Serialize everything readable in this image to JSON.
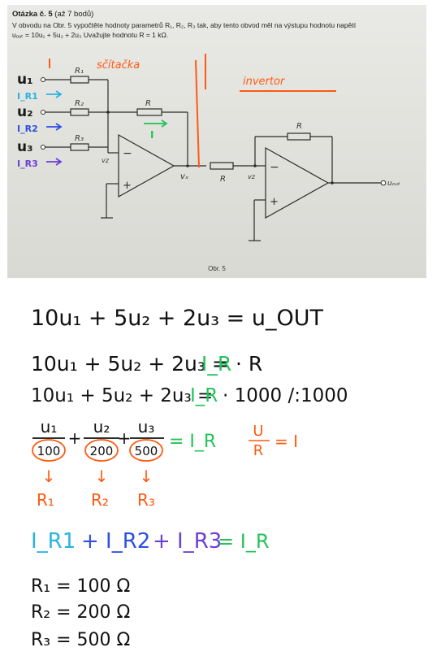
{
  "question": {
    "heading": "Otázka č. 5",
    "points": "(až 7 bodů)",
    "line1": "V obvodu na Obr. 5 vypočtěte hodnoty parametrů R₁, R₂, R₃ tak, aby tento obvod měl na výstupu hodnotu napětí",
    "line2": "uₒᵤₜ = 10u₁ + 5u₂ + 2u₃ Uvažujte hodnotu R = 1 kΩ.",
    "caption": "Obr. 5"
  },
  "circuit": {
    "inputs": [
      "u₁",
      "u₂",
      "u₃"
    ],
    "currents": [
      "I_R1",
      "I_R2",
      "I_R3"
    ],
    "resistors": [
      "R₁",
      "R₂",
      "R₃",
      "R"
    ],
    "node_vx": "vₓ",
    "vz": "vz",
    "output": "uₒᵤₜ",
    "annotation_summer": "sčítačka",
    "annotation_inverter": "invertor",
    "current_label": "I",
    "resistor_r": "R",
    "minus": "−",
    "plus": "+"
  },
  "handwriting": {
    "line1": "10u₁ + 5u₂ + 2u₃ = u_OUT",
    "line2_left": "10u₁ + 5u₂ + 2u₃ =",
    "line2_I": "I_R",
    "line2_right": "· R",
    "line3_left": "10u₁ + 5u₂ + 2u₃ =",
    "line3_I": "I_R",
    "line3_right": "· 1000  /:1000",
    "fractions": [
      {
        "num": "u₁",
        "den": "100",
        "result": "R₁"
      },
      {
        "num": "u₂",
        "den": "200",
        "result": "R₂"
      },
      {
        "num": "u₃",
        "den": "500",
        "result": "R₃"
      }
    ],
    "frac_eq": "= I_R",
    "ohm_num": "U",
    "ohm_den": "R",
    "ohm_rhs": "= I",
    "sum_I1": "I_R1",
    "sum_I2": "+ I_R2",
    "sum_I3": "+ I_R3",
    "sum_eq": "= I_R",
    "plus": "+",
    "arrow": "↓",
    "results": [
      "R₁ = 100 Ω",
      "R₂ = 200 Ω",
      "R₃ = 500 Ω"
    ]
  },
  "colors": {
    "green": "#22c35a",
    "orange": "#ff5a10",
    "cyan": "#29b3e0",
    "blue": "#2f4fe0",
    "purple": "#6c3fd6",
    "ink": "#111111"
  }
}
